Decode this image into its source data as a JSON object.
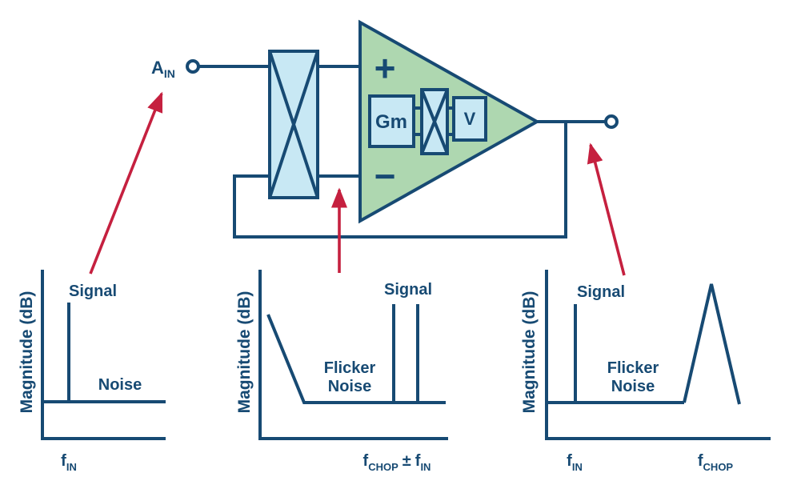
{
  "colors": {
    "navy": "#174a73",
    "green": "#aed7b0",
    "light_blue": "#c8e8f4",
    "red": "#c5203f",
    "background": "#ffffff"
  },
  "circuit": {
    "input_label_base": "A",
    "input_label_sub": "IN",
    "plus_symbol": "+",
    "minus_symbol": "−",
    "gm_block_label": "Gm",
    "v_block_label": "V"
  },
  "plots": {
    "input": {
      "ylabel": "Magnitude (dB)",
      "signal_label": "Signal",
      "noise_label": "Noise",
      "xlabel_base": "f",
      "xlabel_sub": "IN"
    },
    "modulated": {
      "ylabel": "Magnitude (dB)",
      "signal_label": "Signal",
      "flicker_label_line1": "Flicker",
      "flicker_label_line2": "Noise",
      "xlabel_f1_base": "f",
      "xlabel_f1_sub": "CHOP",
      "xlabel_plusminus": "±",
      "xlabel_f2_base": "f",
      "xlabel_f2_sub": "IN"
    },
    "output": {
      "ylabel": "Magnitude (dB)",
      "signal_label": "Signal",
      "flicker_label_line1": "Flicker",
      "flicker_label_line2": "Noise",
      "xlabel1_base": "f",
      "xlabel1_sub": "IN",
      "xlabel2_base": "f",
      "xlabel2_sub": "CHOP"
    }
  },
  "chart_data": [
    {
      "type": "line",
      "ylabel": "Magnitude (dB)",
      "xlabel": "f_IN",
      "annotations": [
        "Signal",
        "Noise"
      ],
      "features": [
        "tall signal spike at f_IN",
        "flat broadband noise floor line below x-axis top"
      ]
    },
    {
      "type": "line",
      "ylabel": "Magnitude (dB)",
      "xlabel": "f_CHOP ± f_IN",
      "annotations": [
        "Signal",
        "Flicker Noise"
      ],
      "features": [
        "flicker (1/f) noise sloping down to flat noise floor at low frequency",
        "two signal spikes near f_CHOP − f_IN and f_CHOP + f_IN"
      ]
    },
    {
      "type": "line",
      "ylabel": "Magnitude (dB)",
      "xlabel": "f_IN, f_CHOP",
      "annotations": [
        "Signal",
        "Flicker Noise"
      ],
      "features": [
        "signal spike at f_IN",
        "flat noise floor",
        "triangular chopping ripple peak at f_CHOP"
      ]
    }
  ]
}
